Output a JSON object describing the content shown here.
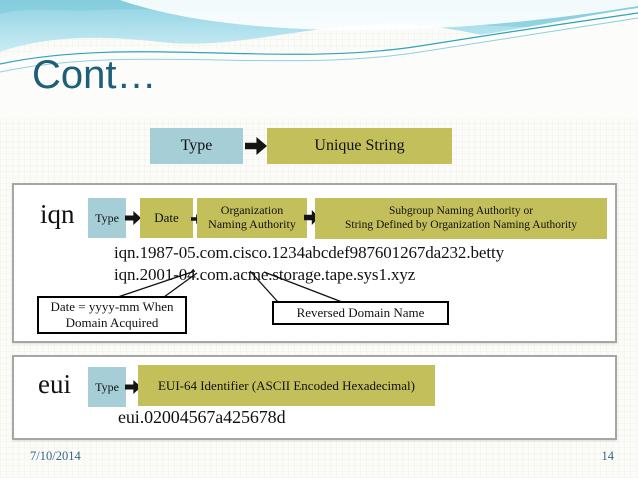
{
  "title": "Cont…",
  "top_diagram": {
    "type_label": "Type",
    "unique_string_label": "Unique String"
  },
  "iqn": {
    "label": "iqn",
    "type_box": "Type",
    "date_box": "Date",
    "org_line1": "Organization",
    "org_line2": "Naming Authority",
    "subgroup_line1": "Subgroup Naming Authority or",
    "subgroup_line2": "String Defined by Organization Naming Authority",
    "example1": "iqn.1987-05.com.cisco.1234abcdef987601267da232.betty",
    "example2": "iqn.2001-04.com.acme.storage.tape.sys1.xyz",
    "callout_date_line1": "Date = yyyy-mm When",
    "callout_date_line2": "Domain Acquired",
    "callout_domain": "Reversed Domain Name"
  },
  "eui": {
    "label": "eui",
    "type_box": "Type",
    "identifier_box": "EUI-64 Identifier (ASCII Encoded Hexadecimal)",
    "example": "eui.02004567a425678d"
  },
  "footer": {
    "date": "7/10/2014",
    "page_number": "14"
  },
  "colors": {
    "type_box_bg": "#a5ced6",
    "string_box_bg": "#c3bf5b",
    "title_color": "#1d5e78",
    "footer_color": "#33697f",
    "container_border": "#a6a6a6",
    "callout_border": "#000000",
    "arrow_color": "#141414",
    "header_teal": "#8ed2e2"
  }
}
